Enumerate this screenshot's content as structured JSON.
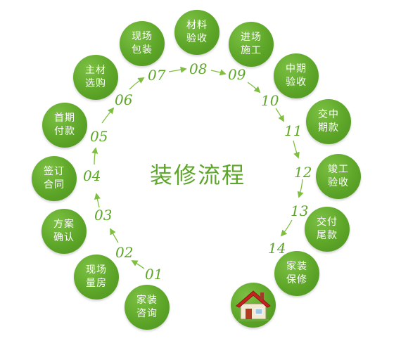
{
  "title": "装修流程",
  "steps": [
    {
      "num": "01",
      "line1": "家装",
      "line2": "咨询"
    },
    {
      "num": "02",
      "line1": "现场",
      "line2": "量房"
    },
    {
      "num": "03",
      "line1": "方案",
      "line2": "确认"
    },
    {
      "num": "04",
      "line1": "签订",
      "line2": "合同"
    },
    {
      "num": "05",
      "line1": "首期",
      "line2": "付款"
    },
    {
      "num": "06",
      "line1": "主材",
      "line2": "选购"
    },
    {
      "num": "07",
      "line1": "现场",
      "line2": "包装"
    },
    {
      "num": "08",
      "line1": "材料",
      "line2": "验收"
    },
    {
      "num": "09",
      "line1": "进场",
      "line2": "施工"
    },
    {
      "num": "10",
      "line1": "中期",
      "line2": "验收"
    },
    {
      "num": "11",
      "line1": "交中",
      "line2": "期款"
    },
    {
      "num": "12",
      "line1": "竣工",
      "line2": "验收"
    },
    {
      "num": "13",
      "line1": "交付",
      "line2": "尾款"
    },
    {
      "num": "14",
      "line1": "家装",
      "line2": "保修"
    }
  ],
  "colors": {
    "accent": "#5da628",
    "accent_dark": "#4e931f",
    "arrow": "#7fbf3f"
  },
  "end_icon": "house-icon"
}
